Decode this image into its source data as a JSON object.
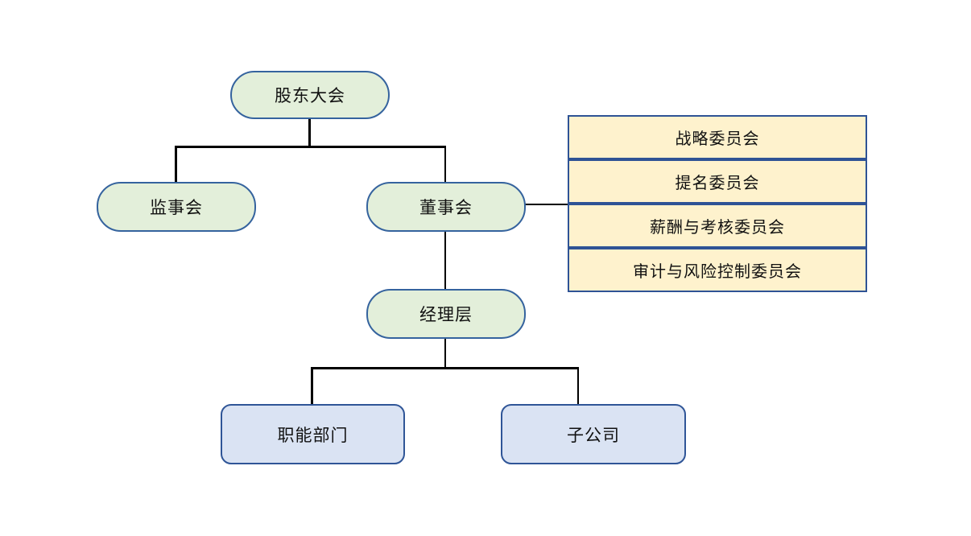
{
  "diagram_type": "org-chart",
  "nodes": {
    "shareholders": {
      "label": "股东大会"
    },
    "supervisory_board": {
      "label": "监事会"
    },
    "board_of_directors": {
      "label": "董事会"
    },
    "management": {
      "label": "经理层"
    },
    "functional_departments": {
      "label": "职能部门"
    },
    "subsidiaries": {
      "label": "子公司"
    }
  },
  "committees": {
    "rows": [
      {
        "label": "战略委员会"
      },
      {
        "label": "提名委员会"
      },
      {
        "label": "薪酬与考核委员会"
      },
      {
        "label": "审计与风险控制委员会"
      }
    ]
  },
  "edges": [
    {
      "from": "shareholders",
      "to": "supervisory_board"
    },
    {
      "from": "shareholders",
      "to": "board_of_directors"
    },
    {
      "from": "board_of_directors",
      "to": "committees"
    },
    {
      "from": "board_of_directors",
      "to": "management"
    },
    {
      "from": "management",
      "to": "functional_departments"
    },
    {
      "from": "management",
      "to": "subsidiaries"
    }
  ],
  "colors": {
    "green_fill": "#e3efda",
    "pill_border": "#35639e",
    "yellow_fill": "#fef2cd",
    "table_border": "#2e5395",
    "blue_fill": "#dae3f3",
    "blue_border": "#2f5597",
    "line_color": "#000000"
  }
}
